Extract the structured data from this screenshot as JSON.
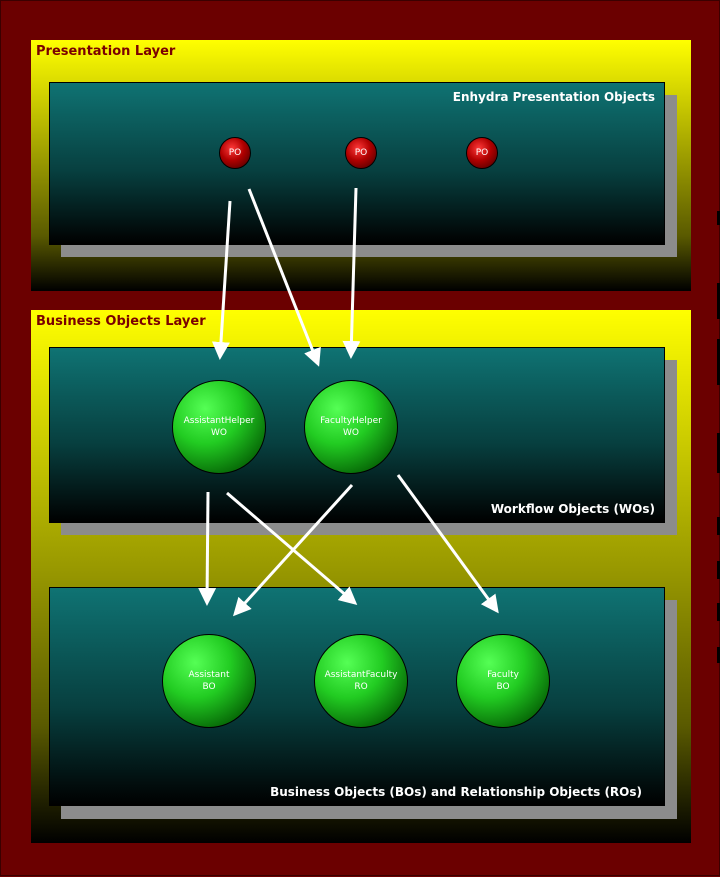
{
  "diagram": {
    "presentation_layer": {
      "title": "Presentation Layer",
      "panel": {
        "title": "Enhydra Presentation Objects",
        "nodes": [
          {
            "id": "po1",
            "label": "PO"
          },
          {
            "id": "po2",
            "label": "PO"
          },
          {
            "id": "po3",
            "label": "PO"
          }
        ]
      }
    },
    "business_layer": {
      "title": "Business Objects Layer",
      "workflow_panel": {
        "title": "Workflow Objects (WOs)",
        "nodes": [
          {
            "id": "assistant_helper",
            "line1": "AssistantHelper",
            "line2": "WO"
          },
          {
            "id": "faculty_helper",
            "line1": "FacultyHelper",
            "line2": "WO"
          }
        ]
      },
      "bo_panel": {
        "title": "Business Objects (BOs) and Relationship Objects (ROs)",
        "nodes": [
          {
            "id": "assistant",
            "line1": "Assistant",
            "line2": "BO"
          },
          {
            "id": "assistant_faculty",
            "line1": "AssistantFaculty",
            "line2": "RO"
          },
          {
            "id": "faculty",
            "line1": "Faculty",
            "line2": "BO"
          }
        ]
      }
    },
    "edges": [
      {
        "from": "po1",
        "to": "assistant_helper"
      },
      {
        "from": "po1",
        "to": "faculty_helper"
      },
      {
        "from": "po2",
        "to": "faculty_helper"
      },
      {
        "from": "assistant_helper",
        "to": "assistant"
      },
      {
        "from": "assistant_helper",
        "to": "assistant_faculty"
      },
      {
        "from": "faculty_helper",
        "to": "assistant"
      },
      {
        "from": "faculty_helper",
        "to": "faculty"
      }
    ],
    "colors": {
      "background": "#6b0000",
      "layer_title": "#7a0000",
      "panel_top": "#0f7373",
      "arrow": "#ffffff",
      "po_node": "#b00000",
      "object_node": "#22cc22"
    }
  }
}
